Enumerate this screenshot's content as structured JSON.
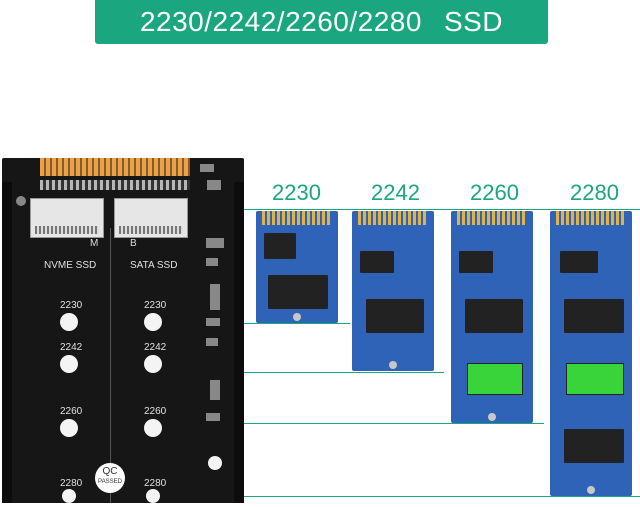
{
  "banner": {
    "title_sizes": "2230/2242/2260/2280",
    "title_type": "SSD"
  },
  "adapter": {
    "key_m": "M",
    "key_b": "B",
    "lane_left": "NVME SSD",
    "lane_right": "SATA SSD",
    "hole_labels": [
      "2230",
      "2242",
      "2260",
      "2280"
    ],
    "qc_top": "QC",
    "qc_bottom": "PASSED"
  },
  "ssds": [
    {
      "label": "2230"
    },
    {
      "label": "2242"
    },
    {
      "label": "2260"
    },
    {
      "label": "2280"
    }
  ],
  "colors": {
    "accent": "#1aa67e",
    "board": "#161616",
    "pcb": "#2f63b8",
    "gold": "#e0b24a"
  },
  "icons": [
    "qc-passed-badge"
  ]
}
